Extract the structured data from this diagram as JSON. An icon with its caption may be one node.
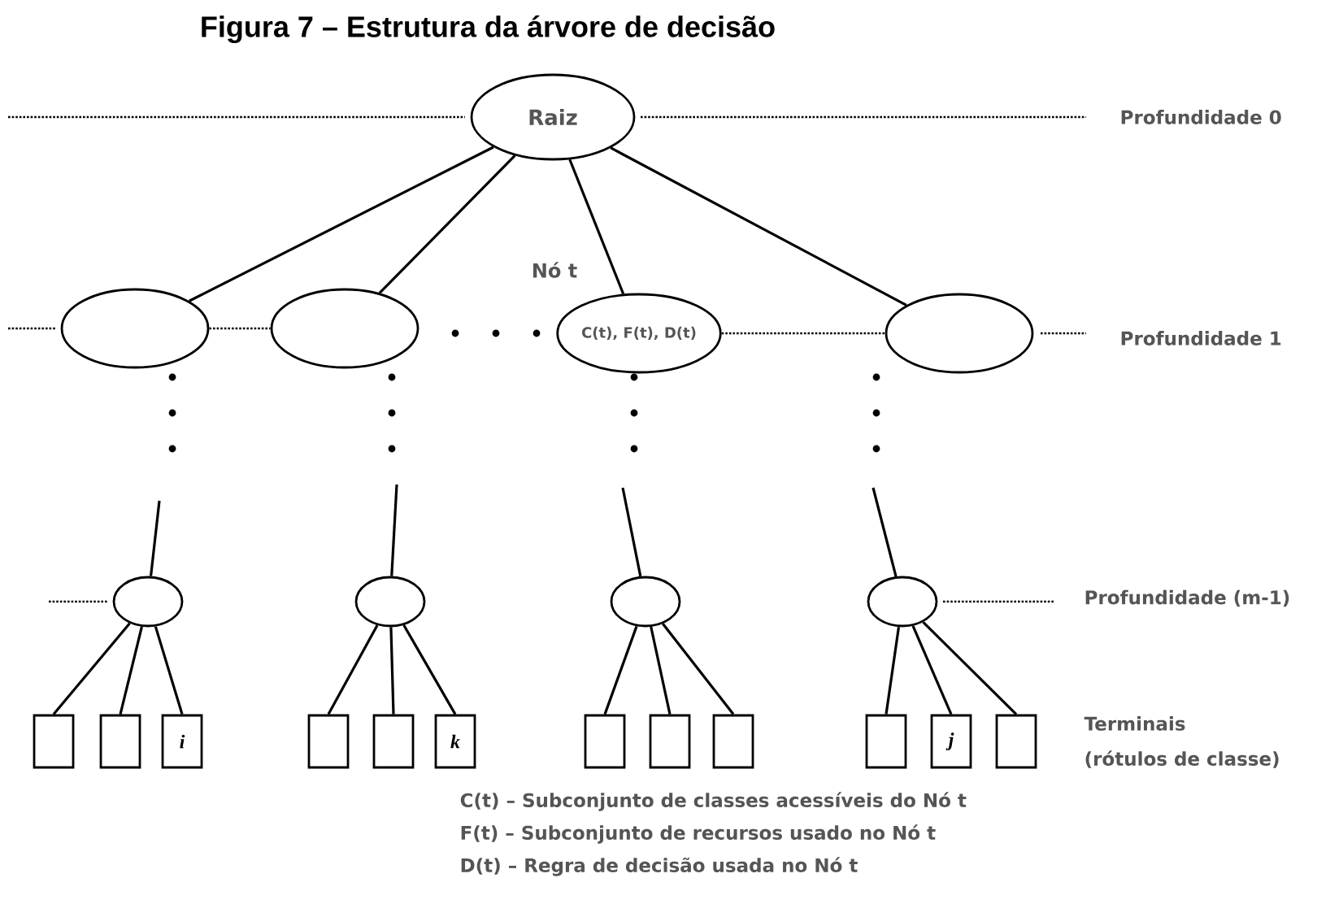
{
  "diagram": {
    "title": "Figura 7 – Estrutura da árvore de decisão",
    "nodes": [
      {
        "text": [
          "Raiz"
        ]
      },
      {
        "text": [],
        "shape": "circle"
      },
      {
        "text": [],
        "shape": "circle"
      },
      {
        "text": [
          "C(t), F(t), D(t)"
        ],
        "beside": [
          "Nó t"
        ]
      },
      {
        "text": [],
        "shape": "circle"
      },
      {
        "text": [],
        "shape": "circle"
      },
      {
        "text": [],
        "shape": "circle"
      },
      {
        "text": [],
        "shape": "circle"
      },
      {
        "text": [],
        "shape": "circle"
      },
      {
        "text": [],
        "shape": "box"
      },
      {
        "text": [],
        "shape": "box"
      },
      {
        "text": [
          "i"
        ]
      },
      {
        "text": [],
        "shape": "box"
      },
      {
        "text": [],
        "shape": "box"
      },
      {
        "text": [
          "k"
        ]
      },
      {
        "text": [],
        "shape": "box"
      },
      {
        "text": [],
        "shape": "box"
      },
      {
        "text": [],
        "shape": "box"
      },
      {
        "text": [],
        "shape": "box"
      },
      {
        "text": [
          "j"
        ]
      },
      {
        "text": [],
        "shape": "box"
      }
    ],
    "edges": [
      {
        "from": 0,
        "to": 1,
        "arrow": "none"
      },
      {
        "from": 0,
        "to": 2,
        "arrow": "none"
      },
      {
        "from": 0,
        "to": 3,
        "arrow": "none"
      },
      {
        "from": 0,
        "to": 4,
        "arrow": "none"
      },
      {
        "from": null,
        "to": 5,
        "arrow": "none"
      },
      {
        "from": null,
        "to": 6,
        "arrow": "none"
      },
      {
        "from": null,
        "to": 7,
        "arrow": "none"
      },
      {
        "from": null,
        "to": 8,
        "arrow": "none"
      },
      {
        "from": 5,
        "to": 9,
        "arrow": "none"
      },
      {
        "from": 5,
        "to": 10,
        "arrow": "none"
      },
      {
        "from": 5,
        "to": 11,
        "arrow": "none"
      },
      {
        "from": 6,
        "to": 12,
        "arrow": "none"
      },
      {
        "from": 6,
        "to": 13,
        "arrow": "none"
      },
      {
        "from": 6,
        "to": 14,
        "arrow": "none"
      },
      {
        "from": 7,
        "to": 15,
        "arrow": "none"
      },
      {
        "from": 7,
        "to": 16,
        "arrow": "none"
      },
      {
        "from": 7,
        "to": 17,
        "arrow": "none"
      },
      {
        "from": 8,
        "to": 18,
        "arrow": "none"
      },
      {
        "from": 8,
        "to": 19,
        "arrow": "none"
      },
      {
        "from": 8,
        "to": 20,
        "arrow": "none"
      },
      {
        "from": 1,
        "to": 2,
        "arrow": "none",
        "style": "dashed"
      },
      {
        "from": 3,
        "to": 4,
        "arrow": "none",
        "style": "dashed"
      }
    ],
    "labels": [
      "Profundidade 0",
      "Profundidade 1",
      "Profundidade (m-1)",
      "Terminais",
      "(rótulos de classe)",
      "C(t) – Subconjunto de classes acessíveis do Nó t",
      "F(t) – Subconjunto de recursos usado no Nó t",
      "D(t) – Regra de decisão usada no Nó t"
    ]
  }
}
